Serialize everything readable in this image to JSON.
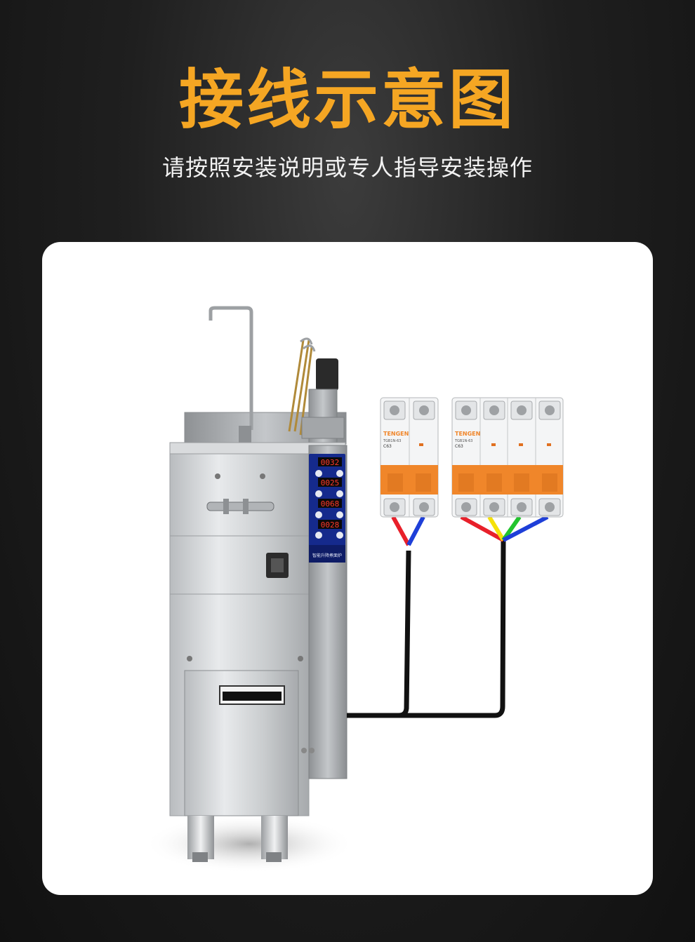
{
  "header": {
    "title": "接线示意图",
    "subtitle": "请按照安装说明或专人指导安装操作"
  },
  "control_panel": {
    "readouts": [
      "0032",
      "0025",
      "0068",
      "0028"
    ],
    "label": "智能升降煮面炉"
  },
  "breaker_small": {
    "brand": "TENGEN",
    "model": "TGB1N-63",
    "rating": "C63"
  },
  "breaker_large": {
    "brand": "TENGEN",
    "model": "TGB1N-63",
    "rating": "C63"
  },
  "colors": {
    "title": "#f5a623",
    "breaker_handle": "#f0862a",
    "wire_red": "#e8202a",
    "wire_blue": "#1e3fd8",
    "wire_yellow": "#f5e10a",
    "wire_green": "#22c42e",
    "readout": "#ff3a2a"
  }
}
